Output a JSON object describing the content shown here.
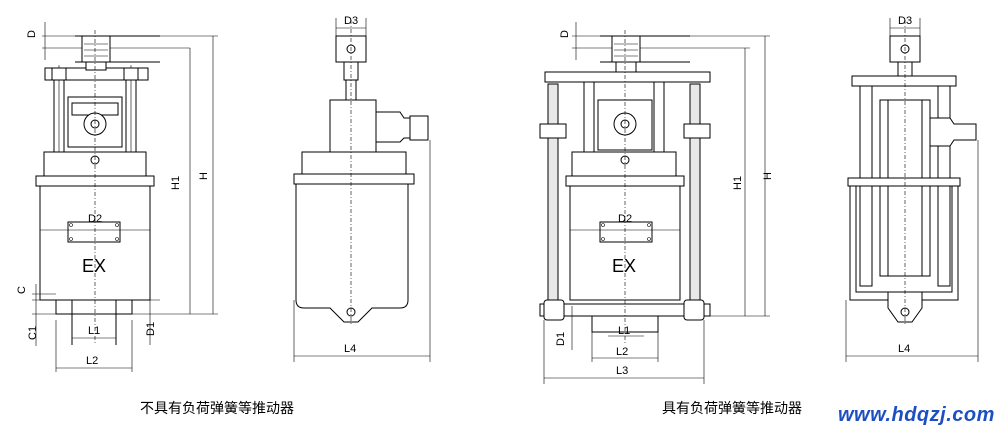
{
  "labels": {
    "d": "D",
    "d1": "D1",
    "d2": "D2",
    "d3": "D3",
    "h": "H",
    "h1": "H1",
    "c": "C",
    "c1": "C1",
    "l1": "L1",
    "l2": "L2",
    "l3": "L3",
    "l4": "L4",
    "ex": "EX"
  },
  "captions": {
    "left": "不具有负荷弹簧等推动器",
    "right": "具有负荷弹簧等推动器"
  },
  "watermark": "www.hdqzj.com"
}
